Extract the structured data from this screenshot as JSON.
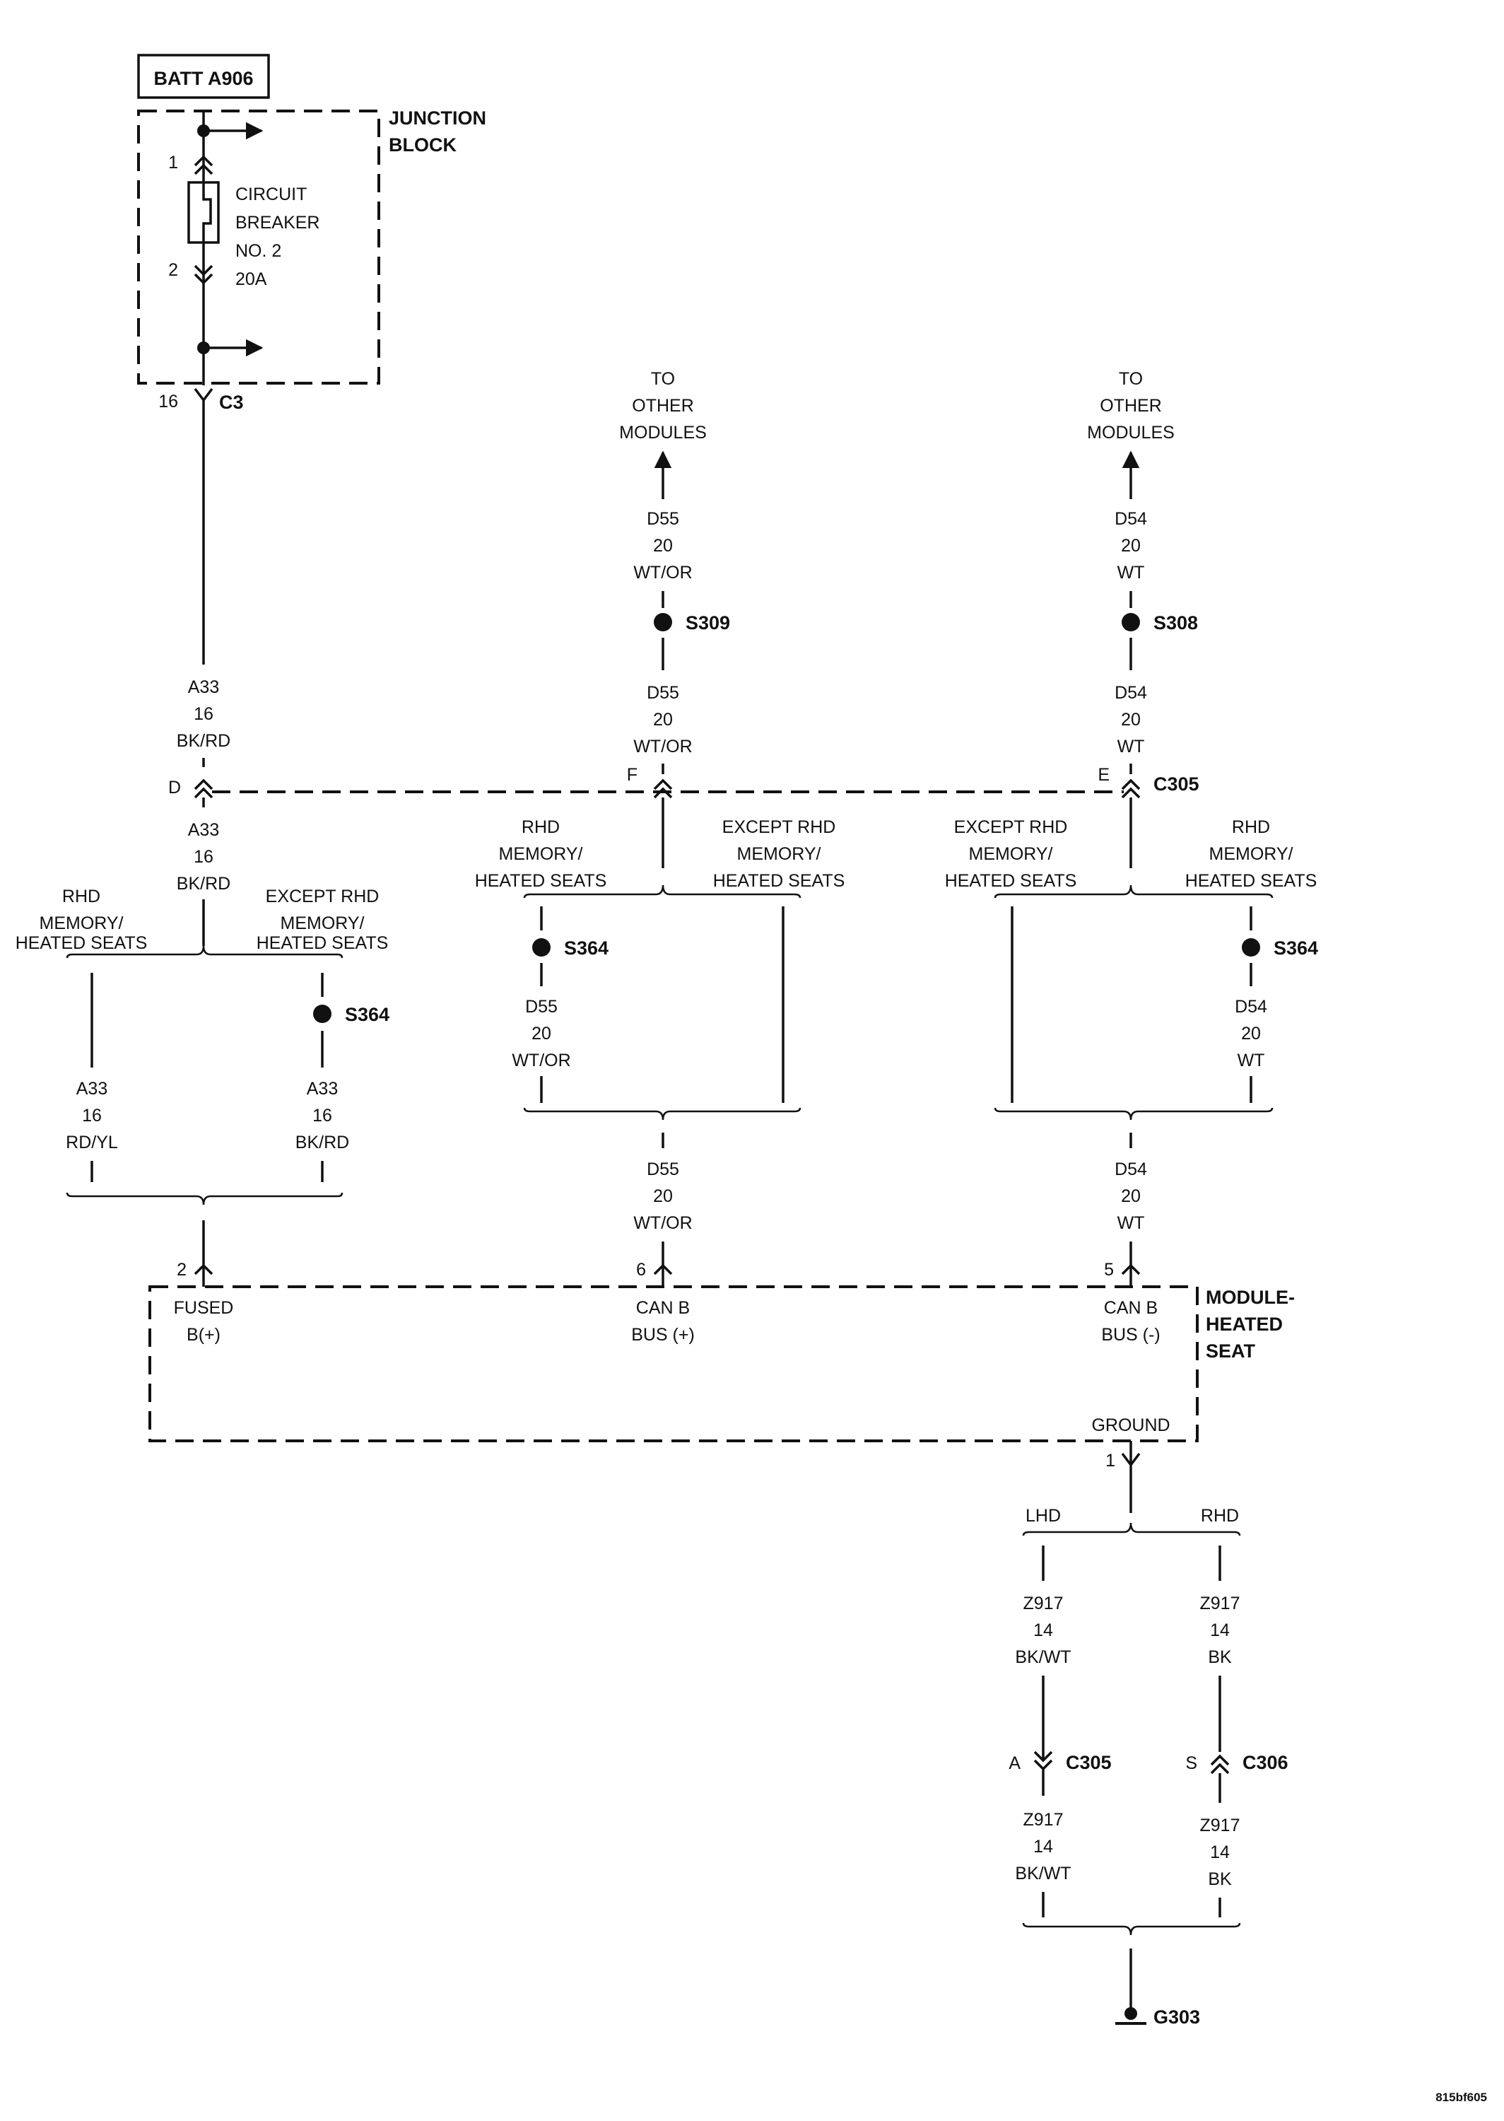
{
  "battery": {
    "label": "BATT A906"
  },
  "junction_block": {
    "line1": "JUNCTION",
    "line2": "BLOCK",
    "breaker": [
      "CIRCUIT",
      "BREAKER",
      "NO. 2",
      "20A"
    ],
    "pin_in": "1",
    "pin_out": "2"
  },
  "c3": {
    "pin": "16",
    "name": "C3"
  },
  "wires": {
    "a33_bkrd": [
      "A33",
      "16",
      "BK/RD"
    ],
    "a33_rdyl": [
      "A33",
      "16",
      "RD/YL"
    ],
    "d55": [
      "D55",
      "20",
      "WT/OR"
    ],
    "d54": [
      "D54",
      "20",
      "WT"
    ],
    "z917_bkwt": [
      "Z917",
      "14",
      "BK/WT"
    ],
    "z917_bk": [
      "Z917",
      "14",
      "BK"
    ]
  },
  "to_other_modules": [
    "TO",
    "OTHER",
    "MODULES"
  ],
  "splices": {
    "s309": "S309",
    "s308": "S308",
    "s364": "S364"
  },
  "c305": {
    "name": "C305",
    "pins": {
      "d": "D",
      "f": "F",
      "e": "E",
      "a": "A"
    }
  },
  "c306": {
    "name": "C306",
    "pin": "S"
  },
  "options": {
    "rhd_mem": [
      "RHD",
      "MEMORY/",
      "HEATED SEATS"
    ],
    "except_rhd_mem": [
      "EXCEPT RHD",
      "MEMORY/",
      "HEATED SEATS"
    ],
    "lhd": "LHD",
    "rhd": "RHD"
  },
  "module": {
    "title": [
      "MODULE-",
      "HEATED",
      "SEAT"
    ],
    "pins": {
      "fused": "2",
      "canp": "6",
      "canm": "5",
      "ground": "1"
    },
    "fused": [
      "FUSED",
      "B(+)"
    ],
    "canp": [
      "CAN B",
      "BUS (+)"
    ],
    "canm": [
      "CAN B",
      "BUS (-)"
    ],
    "ground": "GROUND"
  },
  "ground": {
    "name": "G303"
  },
  "figure_id": "815bf605"
}
